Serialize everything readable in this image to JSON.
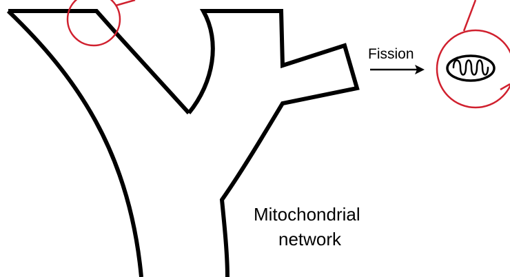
{
  "labels": {
    "fission": "Fission",
    "network_line1": "Mitochondrial",
    "network_line2": "network"
  },
  "colors": {
    "outline": "#000000",
    "highlight_circle": "#d0202e",
    "background": "#ffffff"
  },
  "icons": {
    "arrow": "right-arrow-icon",
    "mitochondrion": "mitochondrion-icon"
  }
}
